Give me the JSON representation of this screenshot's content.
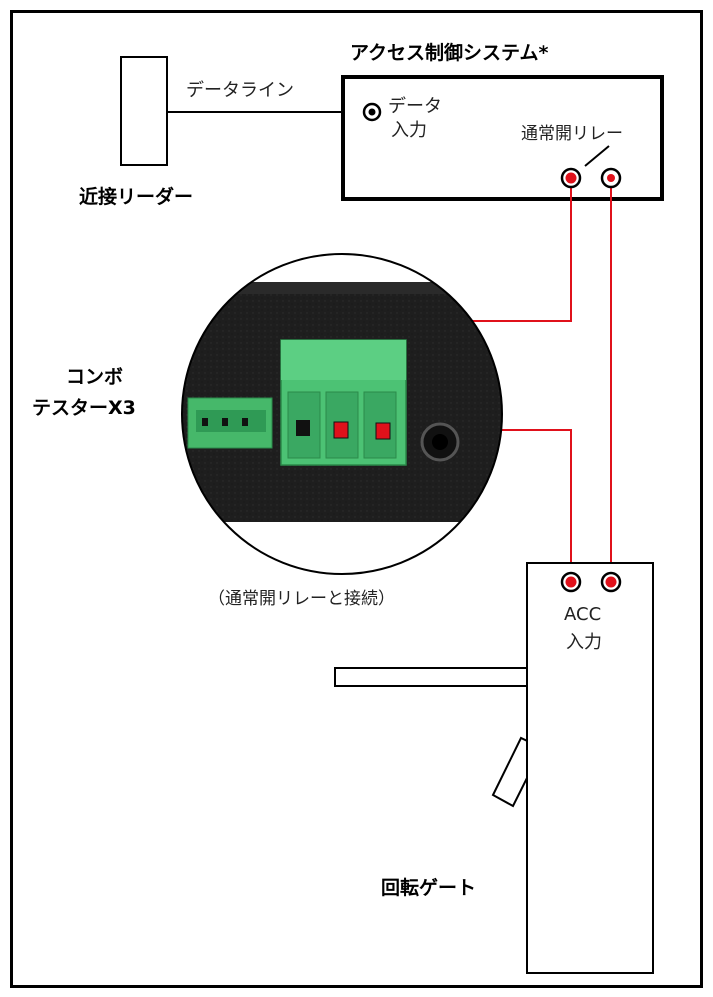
{
  "labels": {
    "access_system_title": "アクセス制御システム*",
    "data_line": "データライン",
    "data_input_line1": "データ",
    "data_input_line2": "入力",
    "normally_open_relay": "通常開リレー",
    "proximity_reader": "近接リーダー",
    "combo_tester_line1": "コンボ",
    "combo_tester_line2": "テスターX3",
    "connection_note": "（通常開リレーと接続）",
    "acc_input_line1": "ACC",
    "acc_input_line2": "入力",
    "turnstile": "回転ゲート"
  },
  "colors": {
    "wire": "#e0111b",
    "terminal_block": "#4cc274",
    "device_body": "#1c1c1c",
    "outline": "#000000"
  },
  "icons": {
    "terminal": "circled-dot",
    "relay_switch": "open-switch"
  }
}
